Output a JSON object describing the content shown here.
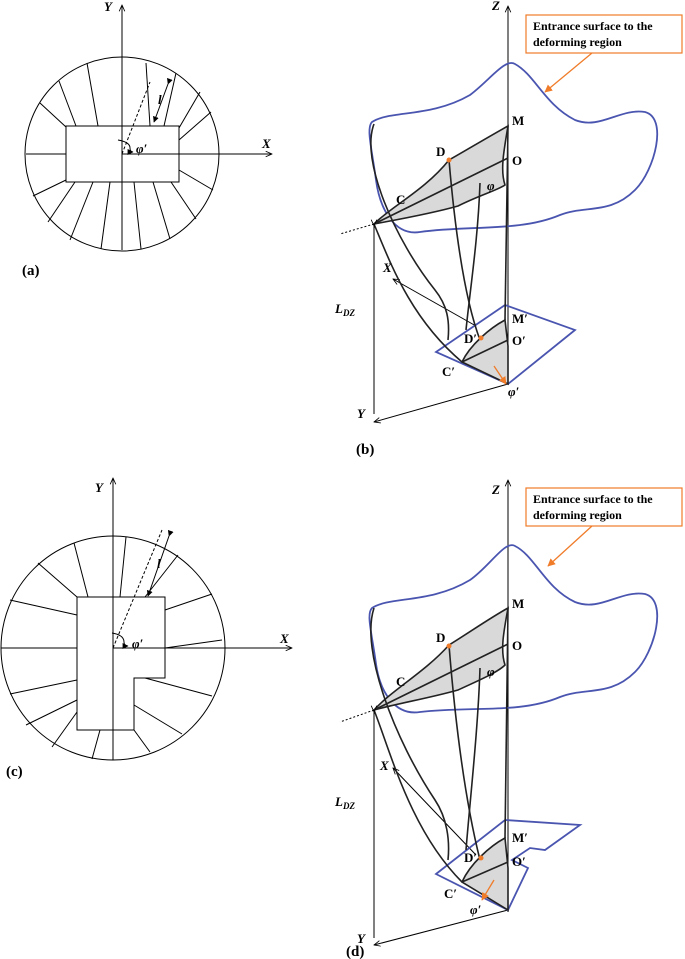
{
  "panels": {
    "a": {
      "caption": "(a)",
      "axis_x": "X",
      "axis_y": "Y",
      "length_symbol": "l",
      "angle_symbol": "φ′"
    },
    "b": {
      "caption": "(b)",
      "axis_x": "X",
      "axis_y": "Y",
      "axis_z": "Z",
      "callout": [
        "Entrance surface to the",
        "deforming region"
      ],
      "points": {
        "M": "M",
        "O": "O",
        "D": "D",
        "C": "C",
        "M2": "M′",
        "O2": "O′",
        "D2": "D′",
        "C2": "C′"
      },
      "angle": "φ",
      "angle2": "φ′",
      "length": "L",
      "length_sub": "DZ"
    },
    "c": {
      "caption": "(c)",
      "axis_x": "X",
      "axis_y": "Y",
      "length_symbol": "l",
      "angle_symbol": "φ′"
    },
    "d": {
      "caption": "(d)",
      "axis_x": "X",
      "axis_y": "Y",
      "axis_z": "Z",
      "callout": [
        "Entrance surface to the",
        "deforming region"
      ],
      "points": {
        "M": "M",
        "O": "O",
        "D": "D",
        "C": "C",
        "M2": "M′",
        "O2": "O′",
        "D2": "D′",
        "C2": "C′"
      },
      "angle": "φ",
      "angle2": "φ′",
      "length": "L",
      "length_sub": "DZ"
    }
  },
  "colors": {
    "outline": "#4a55b0",
    "accent": "#f07c2a",
    "shade": "#d9d9d9"
  }
}
